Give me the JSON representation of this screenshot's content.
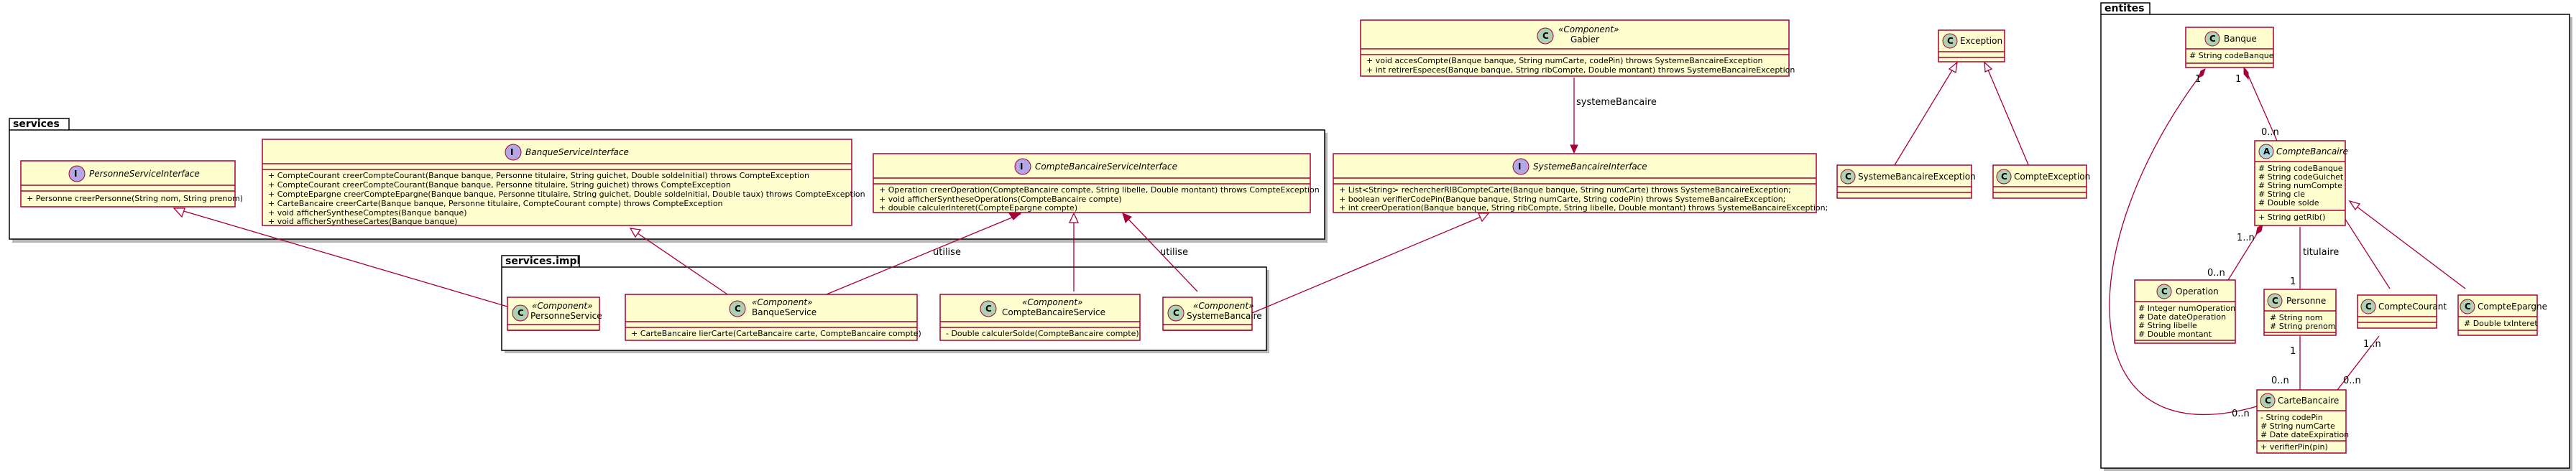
{
  "packages": {
    "services": "services",
    "services_impl": "services.impl",
    "entites": "entites"
  },
  "badges": {
    "class": "C",
    "interface": "I",
    "abstract": "A"
  },
  "colors": {
    "fill": "#FEFECE",
    "border": "#A80036",
    "class_badge": "#ADD1B2",
    "interface_badge": "#B4A7E5",
    "abstract_badge": "#A9DCDF"
  },
  "classes": {
    "personne_service_interface": {
      "name": "PersonneServiceInterface",
      "members": [
        "+ Personne creerPersonne(String nom, String prenom)"
      ]
    },
    "banque_service_interface": {
      "name": "BanqueServiceInterface",
      "members": [
        "+ CompteCourant creerCompteCourant(Banque banque, Personne titulaire, String guichet, Double soldeInitial) throws CompteException",
        "+ CompteCourant creerCompteCourant(Banque banque, Personne titulaire, String guichet) throws CompteException",
        "+ CompteEpargne creerCompteEpargne(Banque banque, Personne titulaire, String guichet, Double soldeInitial, Double taux) throws CompteException",
        "+ CarteBancaire creerCarte(Banque banque, Personne titulaire, CompteCourant compte) throws CompteException",
        "+ void afficherSyntheseComptes(Banque banque)",
        "+ void afficherSyntheseCartes(Banque banque)"
      ]
    },
    "compte_bancaire_service_interface": {
      "name": "CompteBancaireServiceInterface",
      "members": [
        "+ Operation creerOperation(CompteBancaire compte, String libelle, Double montant) throws CompteException",
        "+ void afficherSyntheseOperations(CompteBancaire compte)",
        "+ double calculerInteret(CompteEpargne compte)"
      ]
    },
    "systeme_bancaire_interface": {
      "name": "SystemeBancaireInterface",
      "members": [
        "+ List<String> rechercherRIBCompteCarte(Banque banque, String numCarte) throws SystemeBancaireException;",
        "+ boolean verifierCodePin(Banque banque, String numCarte, String codePin) throws SystemeBancaireException;",
        "+ int creerOperation(Banque banque, String ribCompte, String libelle, Double montant) throws SystemeBancaireException;"
      ]
    },
    "gabier": {
      "stereotype": "«Component»",
      "name": "Gabier",
      "members": [
        "+ void accesCompte(Banque banque, String numCarte, codePin) throws SystemeBancaireException",
        "+ int retirerEspeces(Banque banque, String ribCompte, Double montant) throws SystemeBancaireException"
      ]
    },
    "personne_service": {
      "stereotype": "«Component»",
      "name": "PersonneService"
    },
    "banque_service": {
      "stereotype": "«Component»",
      "name": "BanqueService",
      "members": [
        "+ CarteBancaire lierCarte(CarteBancaire carte, CompteBancaire compte)"
      ]
    },
    "compte_bancaire_service": {
      "stereotype": "«Component»",
      "name": "CompteBancaireService",
      "members": [
        "- Double calculerSolde(CompteBancaire compte)"
      ]
    },
    "systeme_bancaire": {
      "stereotype": "«Component»",
      "name": "SystemeBancaire"
    },
    "exception": {
      "name": "Exception"
    },
    "systeme_bancaire_exception": {
      "name": "SystemeBancaireException"
    },
    "compte_exception": {
      "name": "CompteException"
    },
    "banque": {
      "name": "Banque",
      "members": [
        "# String codeBanque"
      ]
    },
    "compte_bancaire": {
      "name": "CompteBancaire",
      "members": [
        "# String codeBanque",
        "# String codeGuichet",
        "# String numCompte",
        "# String cle",
        "# Double solde"
      ],
      "methods": [
        "+ String getRib()"
      ]
    },
    "operation": {
      "name": "Operation",
      "members": [
        "# Integer numOperation",
        "# Date dateOperation",
        "# String libelle",
        "# Double montant"
      ]
    },
    "personne": {
      "name": "Personne",
      "members": [
        "# String nom",
        "# String prenom"
      ]
    },
    "compte_courant": {
      "name": "CompteCourant"
    },
    "compte_epargne": {
      "name": "CompteEpargne",
      "members": [
        "# Double txInteret"
      ]
    },
    "carte_bancaire": {
      "name": "CarteBancaire",
      "members": [
        "- String codePin",
        "# String numCarte",
        "# Date dateExpiration"
      ],
      "methods": [
        "+ verifierPin(pin)"
      ]
    }
  },
  "relations": {
    "utilise_1": "utilise",
    "utilise_2": "utilise",
    "systeme_bancaire": "systemeBancaire",
    "titulaire": "titulaire"
  },
  "multiplicities": {
    "banque_carte_1": "1",
    "banque_carte_n": "0..n",
    "banque_compte_1": "1",
    "banque_compte_n": "0..n",
    "compte_op_1": "1..n",
    "compte_op_n": "0..n",
    "personne_compte_1": "1",
    "personne_carte_1": "1",
    "personne_carte_n": "0..n",
    "courant_carte_1": "1..n",
    "courant_carte_n": "0..n"
  }
}
